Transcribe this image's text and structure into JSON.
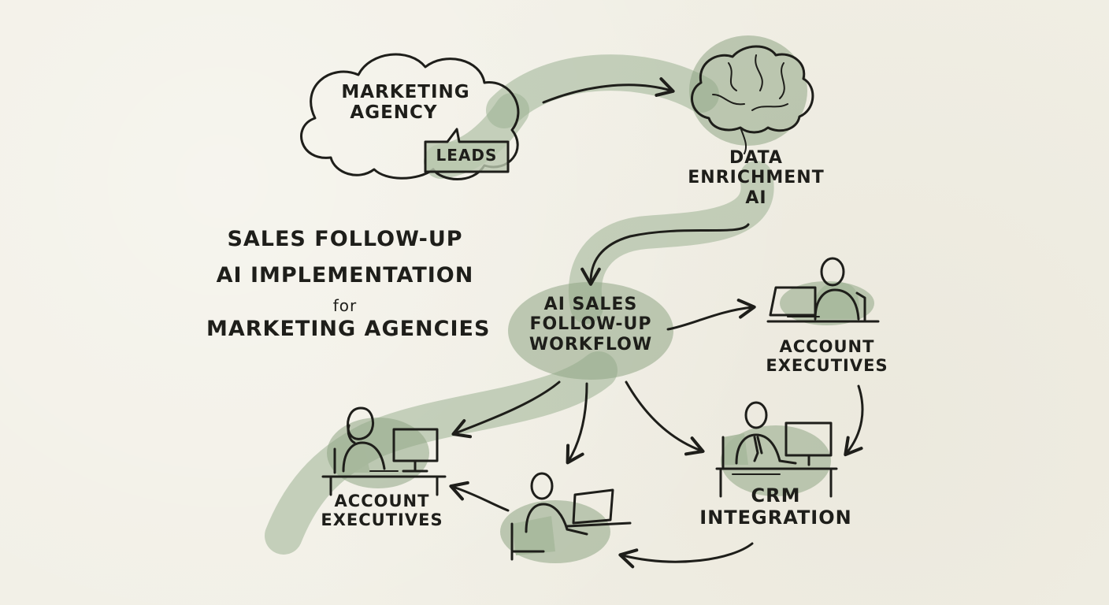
{
  "title": {
    "line1": "SALES FOLLOW-UP",
    "line2": "AI IMPLEMENTATION",
    "line3": "for",
    "line4": "MARKETING AGENCIES"
  },
  "nodes": {
    "marketing_agency": {
      "line1": "MARKETING",
      "line2": "AGENCY"
    },
    "leads": {
      "label": "LEADS"
    },
    "data_enrichment": {
      "line1": "DATA",
      "line2": "ENRICHMENT",
      "line3": "AI"
    },
    "workflow": {
      "line1": "AI SALES",
      "line2": "FOLLOW-UP",
      "line3": "WORKFLOW"
    },
    "account_exec_right": {
      "line1": "ACCOUNT",
      "line2": "EXECUTIVES"
    },
    "account_exec_left": {
      "line1": "ACCOUNT",
      "line2": "EXECUTIVES"
    },
    "crm": {
      "line1": "CRM",
      "line2": "INTEGRATION"
    }
  },
  "icons": {
    "brain": "brain-icon",
    "cloud": "cloud-icon",
    "person_laptop": "person-at-laptop-icon",
    "person_desktop": "person-at-desktop-icon",
    "woman_desktop": "woman-at-desktop-icon"
  },
  "colors": {
    "ink": "#1e1e1a",
    "wash": "#8fa585",
    "paper": "#f1efe5"
  }
}
